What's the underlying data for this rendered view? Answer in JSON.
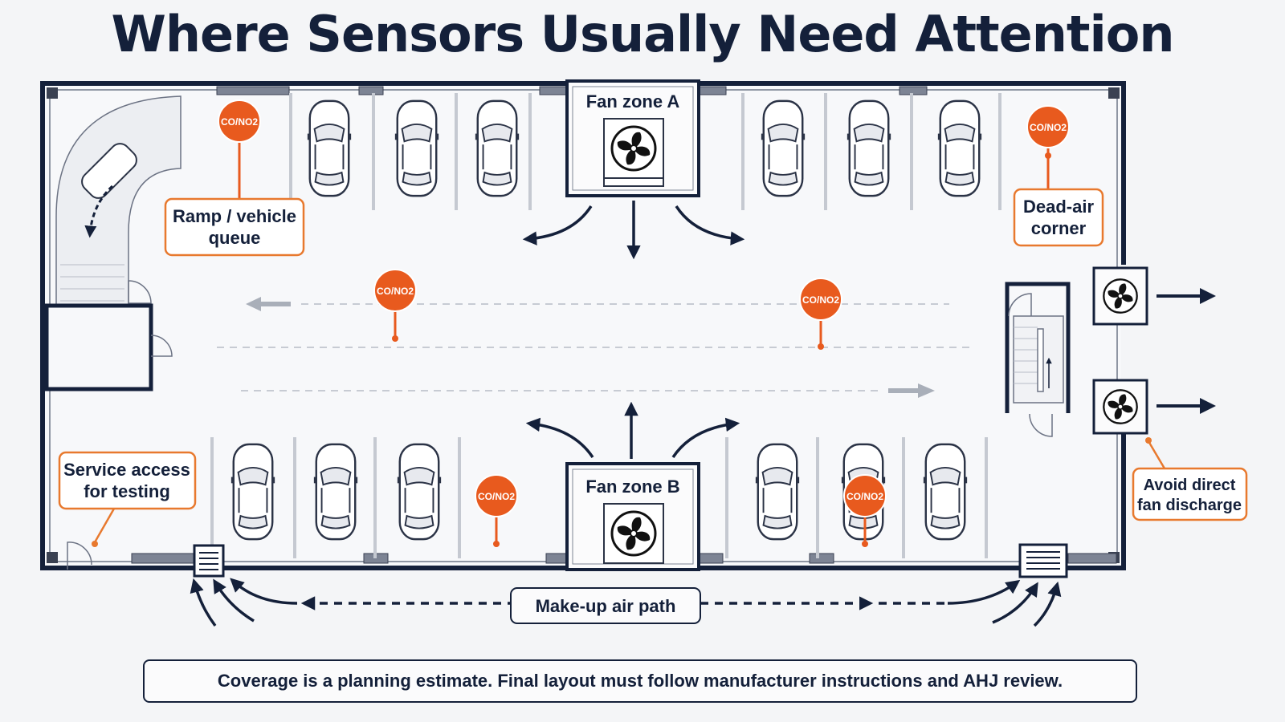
{
  "title": "Where Sensors Usually Need Attention",
  "colors": {
    "navy": "#14203a",
    "sensor_orange": "#e85a1e",
    "callout_border": "#e8792e",
    "floor": "#f7f8fa"
  },
  "fan_zones": {
    "a_label": "Fan zone A",
    "b_label": "Fan zone B"
  },
  "sensor_label": "CO/NO2",
  "callouts": {
    "ramp": [
      "Ramp / vehicle",
      "queue"
    ],
    "dead_air": [
      "Dead-air",
      "corner"
    ],
    "service": [
      "Service access",
      "for testing"
    ],
    "avoid_fan": [
      "Avoid direct",
      "fan discharge"
    ]
  },
  "makeup_air_label": "Make-up air path",
  "footer": "Coverage is a planning estimate. Final layout must follow manufacturer instructions and AHJ review.",
  "icons": [
    "fan-icon",
    "sensor-pin-icon",
    "car-icon",
    "louver-icon",
    "door-icon",
    "stair-icon",
    "arrow-icon"
  ]
}
